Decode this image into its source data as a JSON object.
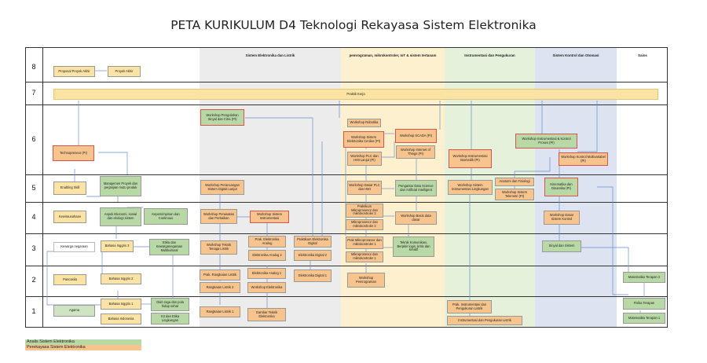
{
  "title": "PETA KURIKULUM D4 Teknologi Rekayasa Sistem Elektronika",
  "levels": [
    "8",
    "7",
    "6",
    "5",
    "4",
    "3",
    "2",
    "1"
  ],
  "bands": {
    "sel": "Sistem Elektronika dan Listrik",
    "prog": "pemrograman, mikrokontroler, IoT & sistem tertanam",
    "inst": "Instrumentasi dan Pengukuran",
    "skt": "Sistem Kontrol dan Otomasi",
    "sains": "Sains"
  },
  "courses": {
    "proposal": "Proposal Proyek Akhir",
    "proyek_akhir": "Proyek Akhir",
    "praktik_kerja": "Praktik Kerja",
    "workshop_pengolahan": "Workshop Pengolahan Sinyal dan Citra (PI)",
    "workshop_robotika": "Workshop Robotika",
    "workshop_sistem_cerdas": "Workshop Sistem Elektronika Cerdas (PI)",
    "workshop_plc_lanjut": "Workshop PLC dan HMI Lanjut (PI)",
    "workshop_scada": "Workshop SCADA (PI)",
    "workshop_iot": "Workshop Internet of Things (PI)",
    "workshop_biomedik": "Workshop Instrumentasi Biomedik (PI)",
    "workshop_kontrol_proses": "Workshop Instrumentasi & Kontrol Proses (PI)",
    "workshop_kontrol_multi": "Workshop Kontrol Multivariabel (PI)",
    "technopreneur": "Technopreneur (PI)",
    "enabling_skill": "Enabling Skill",
    "manajemen_proyek": "Manajemen Proyek dan perjanjian mutu produk",
    "workshop_perancangan": "Workshop Perancangan Sistem Digital Lanjut",
    "workshop_plc_hmi": "Workshop Dasar PLC dan HMI",
    "pengantar_data": "Pengantar Data Science dan Artificial Intelligent",
    "workshop_instr_lingkungan": "Workshop Sistem Instrumentasi Lingkungan",
    "anatomi": "Anatomi dan Fisiologi",
    "workshop_telemetri": "Workshop Sistem Telemetri (PI)",
    "kinematika": "Kinematika dan Dinamika (PI)",
    "kewirausahaan": "Kewirausahaan",
    "aspek_ekonomi": "Aspek Ekonomi, sosial dan ekologi sistem",
    "kepemimpinan": "Kepemimpinan dan Continous",
    "workshop_perawatan": "Workshop Perawatan dan Perbaikan",
    "workshop_sist_instr": "Workshop Sistem Instrumentasi",
    "praktikum_mikro2": "Praktikum Mikroprosesor dan mikrokontroler 2",
    "mikroprosesor2": "Mikroprosesor dan mikrokontroler 2",
    "workshop_basis_data": "Workshop Basis data dasar",
    "workshop_dasar_kontrol": "Workshop Dasar Sistem Kontrol",
    "kewarganegaraan": "Kewarga negaraan",
    "bahasa_inggris3": "Bahasa Inggris 3",
    "etika_dan_kewarganegaraan": "Etika dan Kewarganegaraan Multikultural",
    "workshop_teknik_tenaga": "Workshop Teknik Tenaga Listrik",
    "prak_elektronika_analog": "Prak. Elektronika Analog",
    "elektronika_analog2": "Elektronika Analog 2",
    "praktikum_elektronika_digital": "Praktikum Elektronika Digital",
    "elektronika_digital2": "Elektronika Digital 2",
    "prak_mikroprosesor1": "Prak Mikroprosesor dan mikrokontroler 1",
    "mikroprosesor1": "Mikroprosesor dan mikrokontroler 1",
    "teknik_komunikasi": "Teknik Komunikasi, Berpikir logis, kritis dan kreatif",
    "sinyal_sistem": "Sinyal dan Sistem",
    "pancasila": "Pancasila",
    "bahasa_inggris2": "Bahasa Inggris 2",
    "prak_rangkaian": "Prak. Rangkaian Listrik",
    "rangkaian_listrik2": "Rangkaian Listrik 2",
    "elektronika_analog1": "Elektronika Analog 1",
    "workshop_elektronika": "Workshop Elektronika",
    "elektronika_digital1": "Elektronika Digital 1",
    "workshop_pemrograman": "Workshop Pemrograman",
    "matematika_terapan2": "Matematika Terapan 2",
    "agama": "Agama",
    "bahasa_inggris1": "Bahasa Inggris 1",
    "olah_raga": "Olah raga dan pola hidup sehat",
    "bahasa_indonesia": "Bahasa Indonesia",
    "k3": "K3 dan Etika Lingkungan",
    "rangkaian_listrik1": "Rangkaian Listrik 1",
    "gambar_teknik": "Gambar Teknik Elektronika",
    "prak_instrumentasi": "Prak. Instrumentasi dan Pengukuran Listrik",
    "instrumentasi": "Instrumentasi dan Pengukuran Listrik",
    "fisika_terapan": "Fisika Terapan",
    "matematika_terapan1": "Matematika Terapan 1"
  },
  "legend": {
    "analis": "Analis Sistem Elektronika",
    "perekayasa": "Perekayasa Sistem Elektronika"
  },
  "colors": {
    "orange": "#f7c48e",
    "yellow": "#fbe3a4",
    "green": "#b8d9a6",
    "band_gray": "#ececec",
    "band_yellow": "#fdf0cf",
    "band_green": "#e6f1dc",
    "band_blue": "#dde3f1",
    "connector": "#6a8ec8"
  }
}
